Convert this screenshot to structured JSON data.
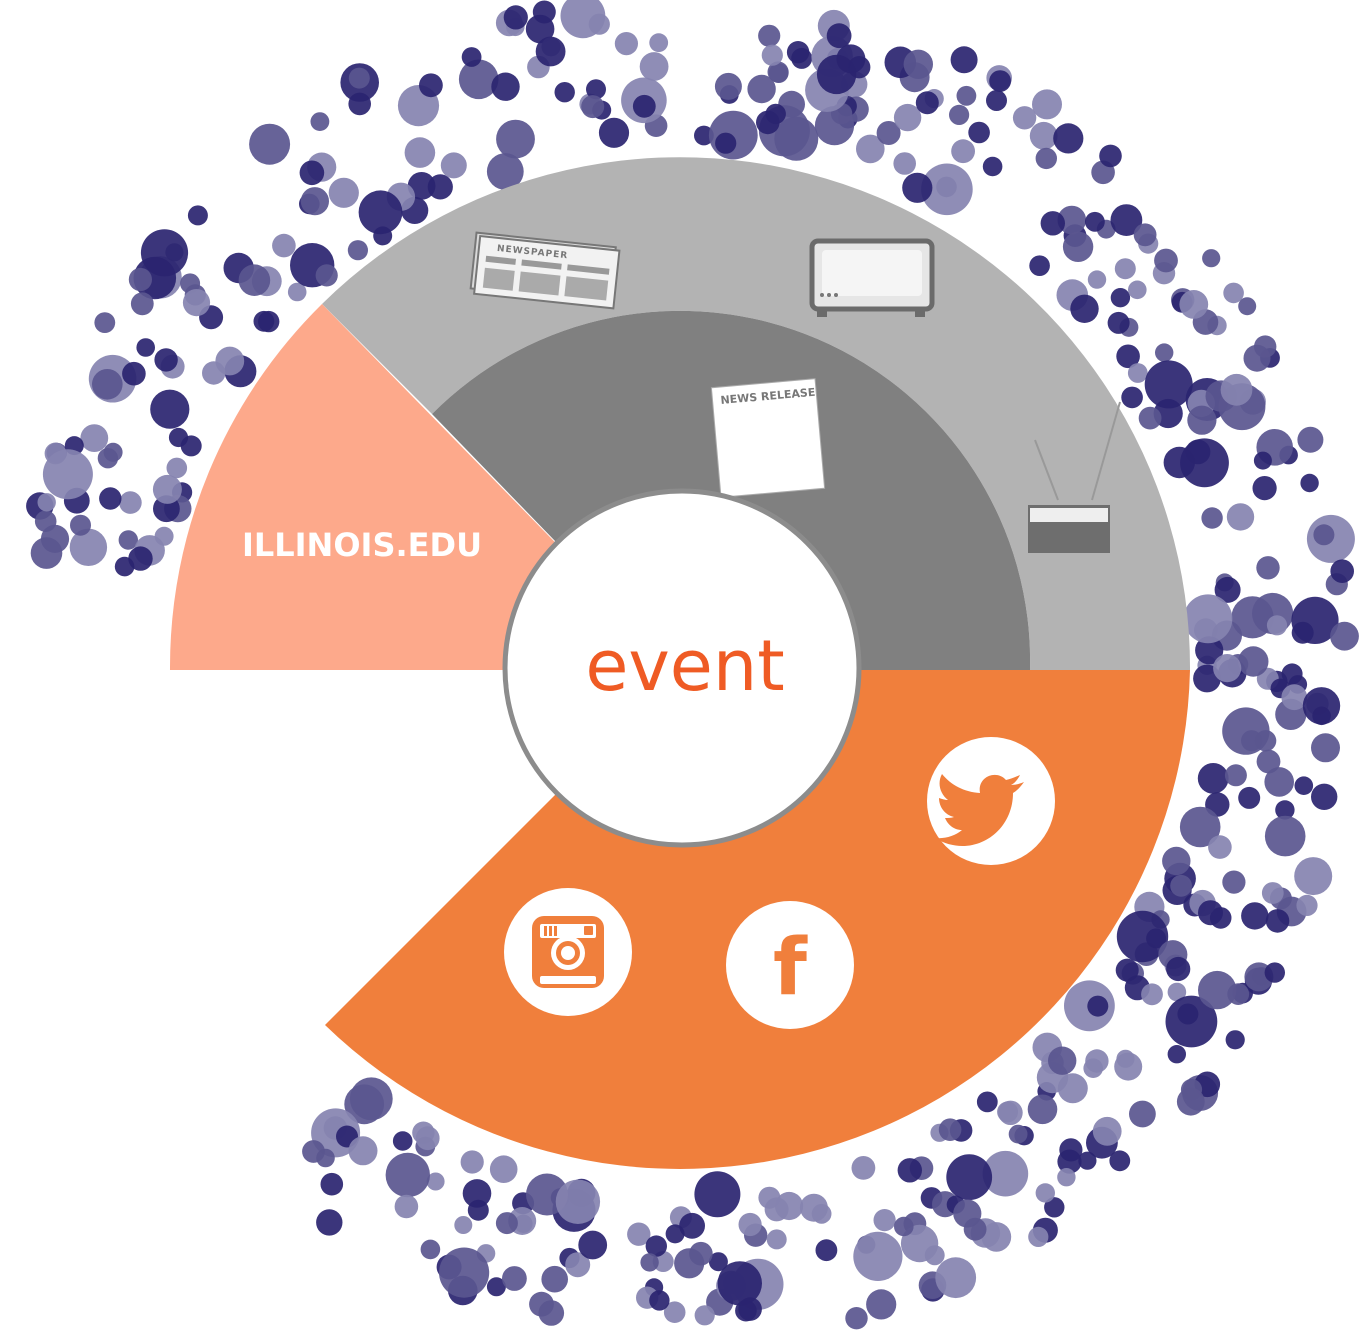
{
  "diagram": {
    "center_label": "event",
    "segments": [
      {
        "id": "website",
        "label": "ILLINOIS.EDU",
        "color": "#fda98b"
      },
      {
        "id": "traditional-media",
        "label": "",
        "color": "#b3b3b3"
      },
      {
        "id": "news-release",
        "label": "",
        "color": "#808080"
      },
      {
        "id": "social-media",
        "label": "",
        "color": "#f07f3c"
      }
    ],
    "icons": {
      "newspaper": "NEWSPAPER",
      "news_release": "NEWS RELEASE",
      "facebook": "f"
    },
    "dot_colors": [
      "#2a2470",
      "#8583b0",
      "#5a568f"
    ]
  }
}
